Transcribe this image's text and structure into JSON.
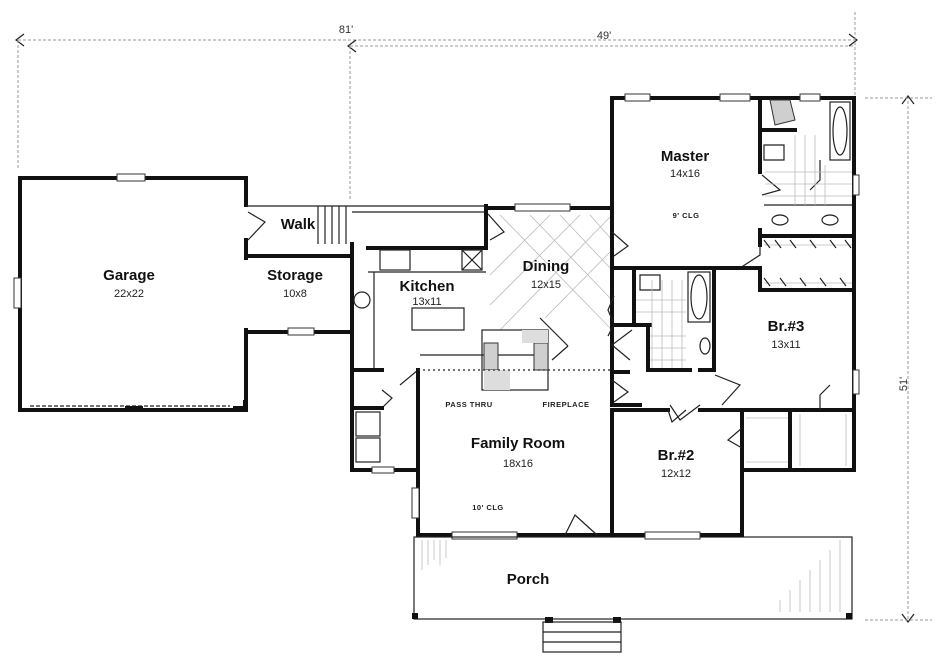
{
  "dimensions": {
    "overall_width": "81'",
    "house_width": "49'",
    "depth": "51'"
  },
  "rooms": [
    {
      "id": "garage",
      "name": "Garage",
      "size": "22x22"
    },
    {
      "id": "walk",
      "name": "Walk",
      "size": ""
    },
    {
      "id": "storage",
      "name": "Storage",
      "size": "10x8"
    },
    {
      "id": "kitchen",
      "name": "Kitchen",
      "size": "13x11"
    },
    {
      "id": "dining",
      "name": "Dining",
      "size": "12x15"
    },
    {
      "id": "master",
      "name": "Master",
      "size": "14x16",
      "note": "9' CLG"
    },
    {
      "id": "br3",
      "name": "Br.#3",
      "size": "13x11"
    },
    {
      "id": "family",
      "name": "Family Room",
      "size": "18x16",
      "note": "10' CLG"
    },
    {
      "id": "br2",
      "name": "Br.#2",
      "size": "12x12"
    },
    {
      "id": "porch",
      "name": "Porch",
      "size": ""
    }
  ],
  "annotations": {
    "pass_thru": "PASS THRU",
    "fireplace": "FIREPLACE"
  },
  "colors": {
    "wall": "#111111",
    "background": "#ffffff",
    "dimension_line": "#999999"
  }
}
